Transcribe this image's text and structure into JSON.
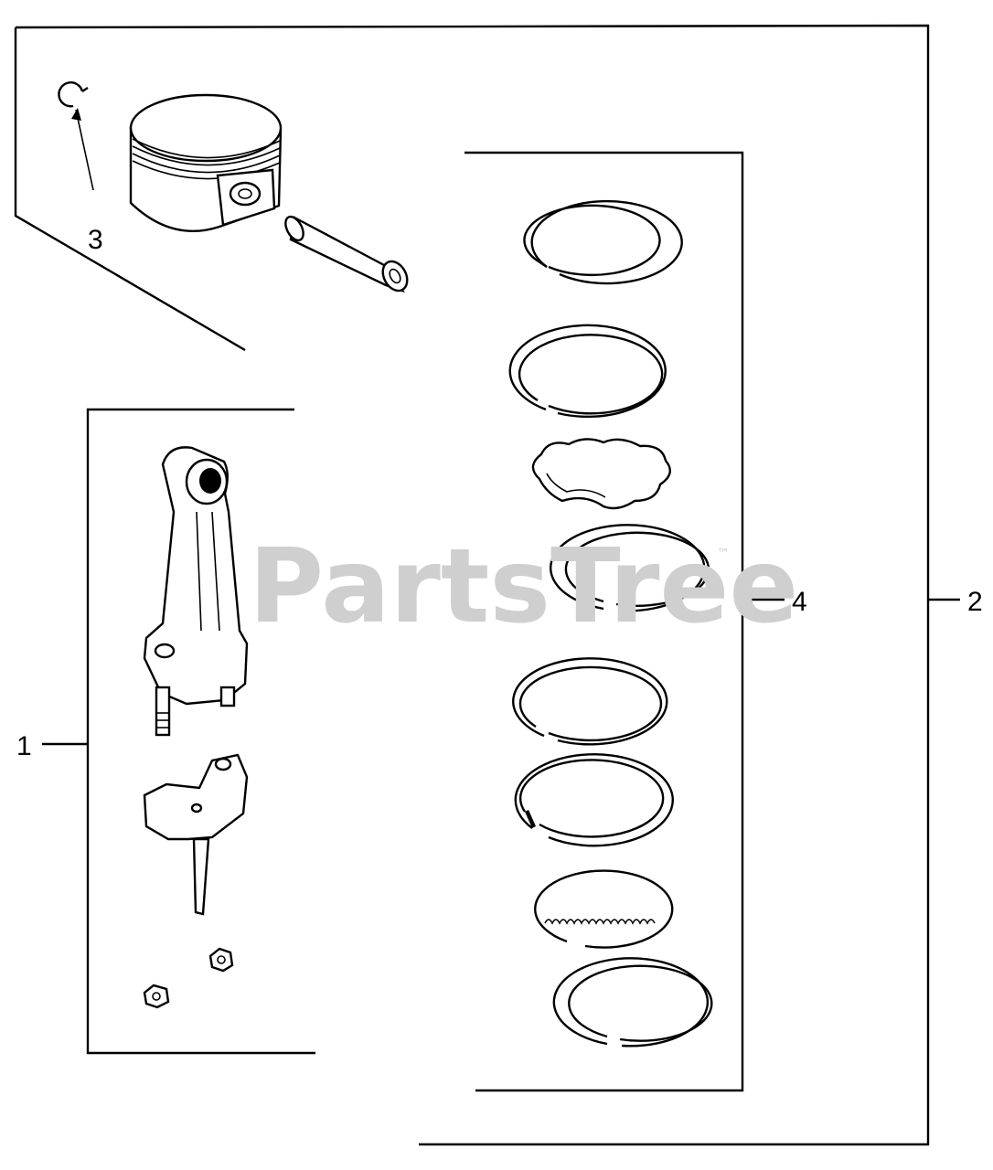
{
  "callouts": {
    "item_1": "1",
    "item_2": "2",
    "item_3": "3",
    "item_4": "4"
  },
  "watermark": {
    "text": "PartsTree",
    "trademark": "™"
  },
  "colors": {
    "line": "#000000",
    "watermark": "#cfcfcf",
    "background": "#ffffff"
  }
}
